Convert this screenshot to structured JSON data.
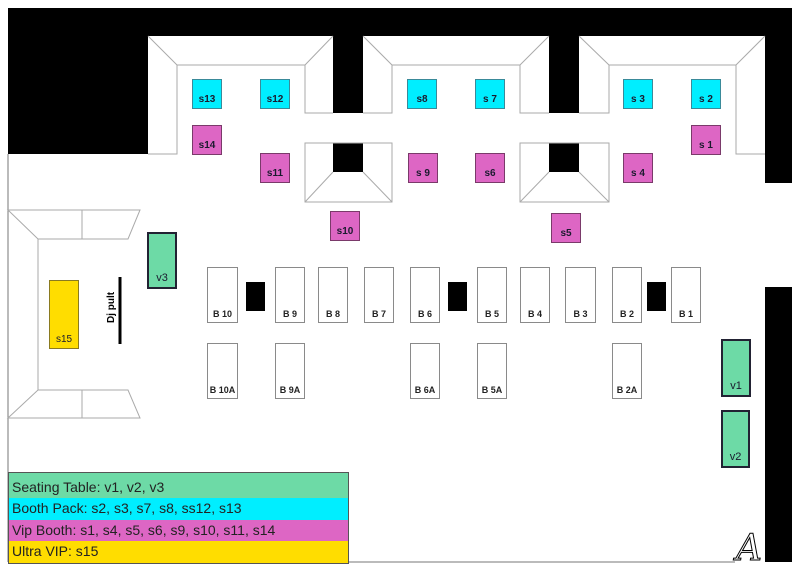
{
  "booth_pack": {
    "s13": "s13",
    "s12": "s12",
    "s8": "s8",
    "s7": "s 7",
    "s3": "s 3",
    "s2": "s 2"
  },
  "vip_booth": {
    "s14": "s14",
    "s11": "s11",
    "s10": "s10",
    "s9": "s 9",
    "s6": "s6",
    "s4": "s 4",
    "s1": "s 1",
    "s5": "s5"
  },
  "seating": {
    "v1": "v1",
    "v2": "v2",
    "v3": "v3"
  },
  "ultra": {
    "s15": "s15"
  },
  "dj_label": "Dj pult",
  "booths_front": [
    "B 10",
    "B 9",
    "B 8",
    "B 7",
    "B 6",
    "B 5",
    "B 4",
    "B 3",
    "B 2",
    "B 1"
  ],
  "booths_back": [
    "B 10A",
    "B 9A",
    "B 6A",
    "B 5A",
    "B 2A"
  ],
  "legend": [
    {
      "label": "Seating Table: v1, v2, v3",
      "color": "#6ddaa6"
    },
    {
      "label": "Booth Pack: s2, s3, s7, s8, ss12, s13",
      "color": "#00eeff"
    },
    {
      "label": "Vip Booth: s1, s4, s5, s6, s9, s10, s11, s14",
      "color": "#dd66c4"
    },
    {
      "label": "Ultra VIP: s15",
      "color": "#ffdd00"
    }
  ],
  "signature": "A"
}
